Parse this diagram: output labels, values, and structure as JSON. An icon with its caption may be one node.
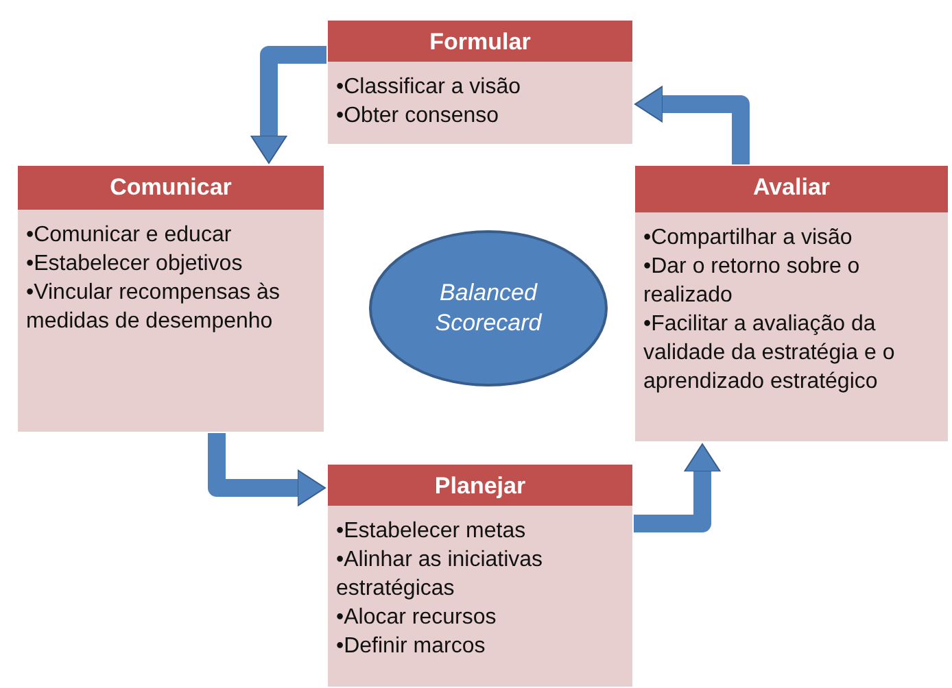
{
  "diagram": {
    "nodes": [
      {
        "text": [
          "Formular",
          "•Classificar a visão",
          "•Obter consenso"
        ]
      },
      {
        "text": [
          "Comunicar",
          "•Comunicar e educar",
          "•Estabelecer objetivos",
          "•Vincular recompensas às medidas de desempenho"
        ]
      },
      {
        "text": [
          "Avaliar",
          "•Compartilhar a visão",
          "•Dar o retorno sobre o realizado",
          "•Facilitar a avaliação da validade da estratégia e o aprendizado estratégico"
        ]
      },
      {
        "text": [
          "Planejar",
          "•Estabelecer metas",
          "•Alinhar as iniciativas estratégicas",
          "•Alocar recursos",
          "•Definir marcos"
        ]
      },
      {
        "text": [
          "Balanced Scorecard"
        ]
      }
    ],
    "edges": [
      {
        "from": 0,
        "to": 1,
        "arrow": "to"
      },
      {
        "from": 1,
        "to": 3,
        "arrow": "to"
      },
      {
        "from": 3,
        "to": 2,
        "arrow": "to"
      },
      {
        "from": 2,
        "to": 0,
        "arrow": "to"
      }
    ]
  }
}
